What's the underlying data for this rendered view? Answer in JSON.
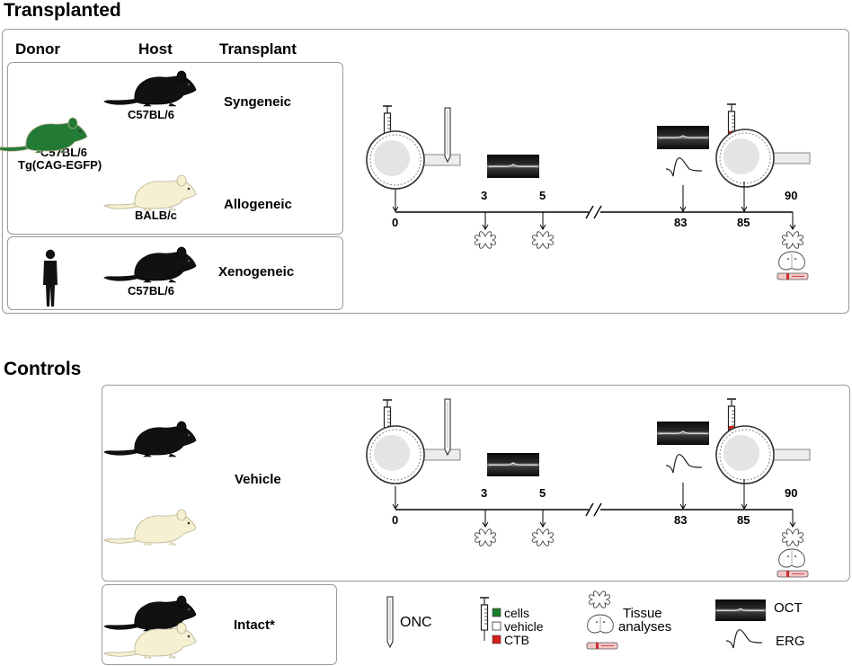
{
  "transplanted": {
    "section_title": "Transplanted",
    "headers": {
      "donor": "Donor",
      "host": "Host",
      "transplant": "Transplant"
    },
    "donor": {
      "line1": "C57BL/6",
      "line2": "Tg(CAG-EGFP)"
    },
    "rows": [
      {
        "host": "C57BL/6",
        "transplant": "Syngeneic"
      },
      {
        "host": "BALB/c",
        "transplant": "Allogeneic"
      },
      {
        "host": "C57BL/6",
        "transplant": "Xenogeneic"
      }
    ]
  },
  "controls": {
    "section_title": "Controls",
    "vehicle_label": "Vehicle",
    "intact_label": "Intact*"
  },
  "timeline": {
    "days": [
      "0",
      "3",
      "5",
      "83",
      "85",
      "90"
    ]
  },
  "legend": {
    "onc": "ONC",
    "cells": "cells",
    "vehicle": "vehicle",
    "ctb": "CTB",
    "tissue_line1": "Tissue",
    "tissue_line2": "analyses",
    "oct": "OCT",
    "erg": "ERG"
  },
  "colors": {
    "cells": "#1e7d2c",
    "ctb": "#d42020",
    "vehicle": "#ffffff",
    "egfp_mouse": "#237a35",
    "balbc_mouse": "#f6f0d2",
    "black_mouse": "#111111"
  }
}
